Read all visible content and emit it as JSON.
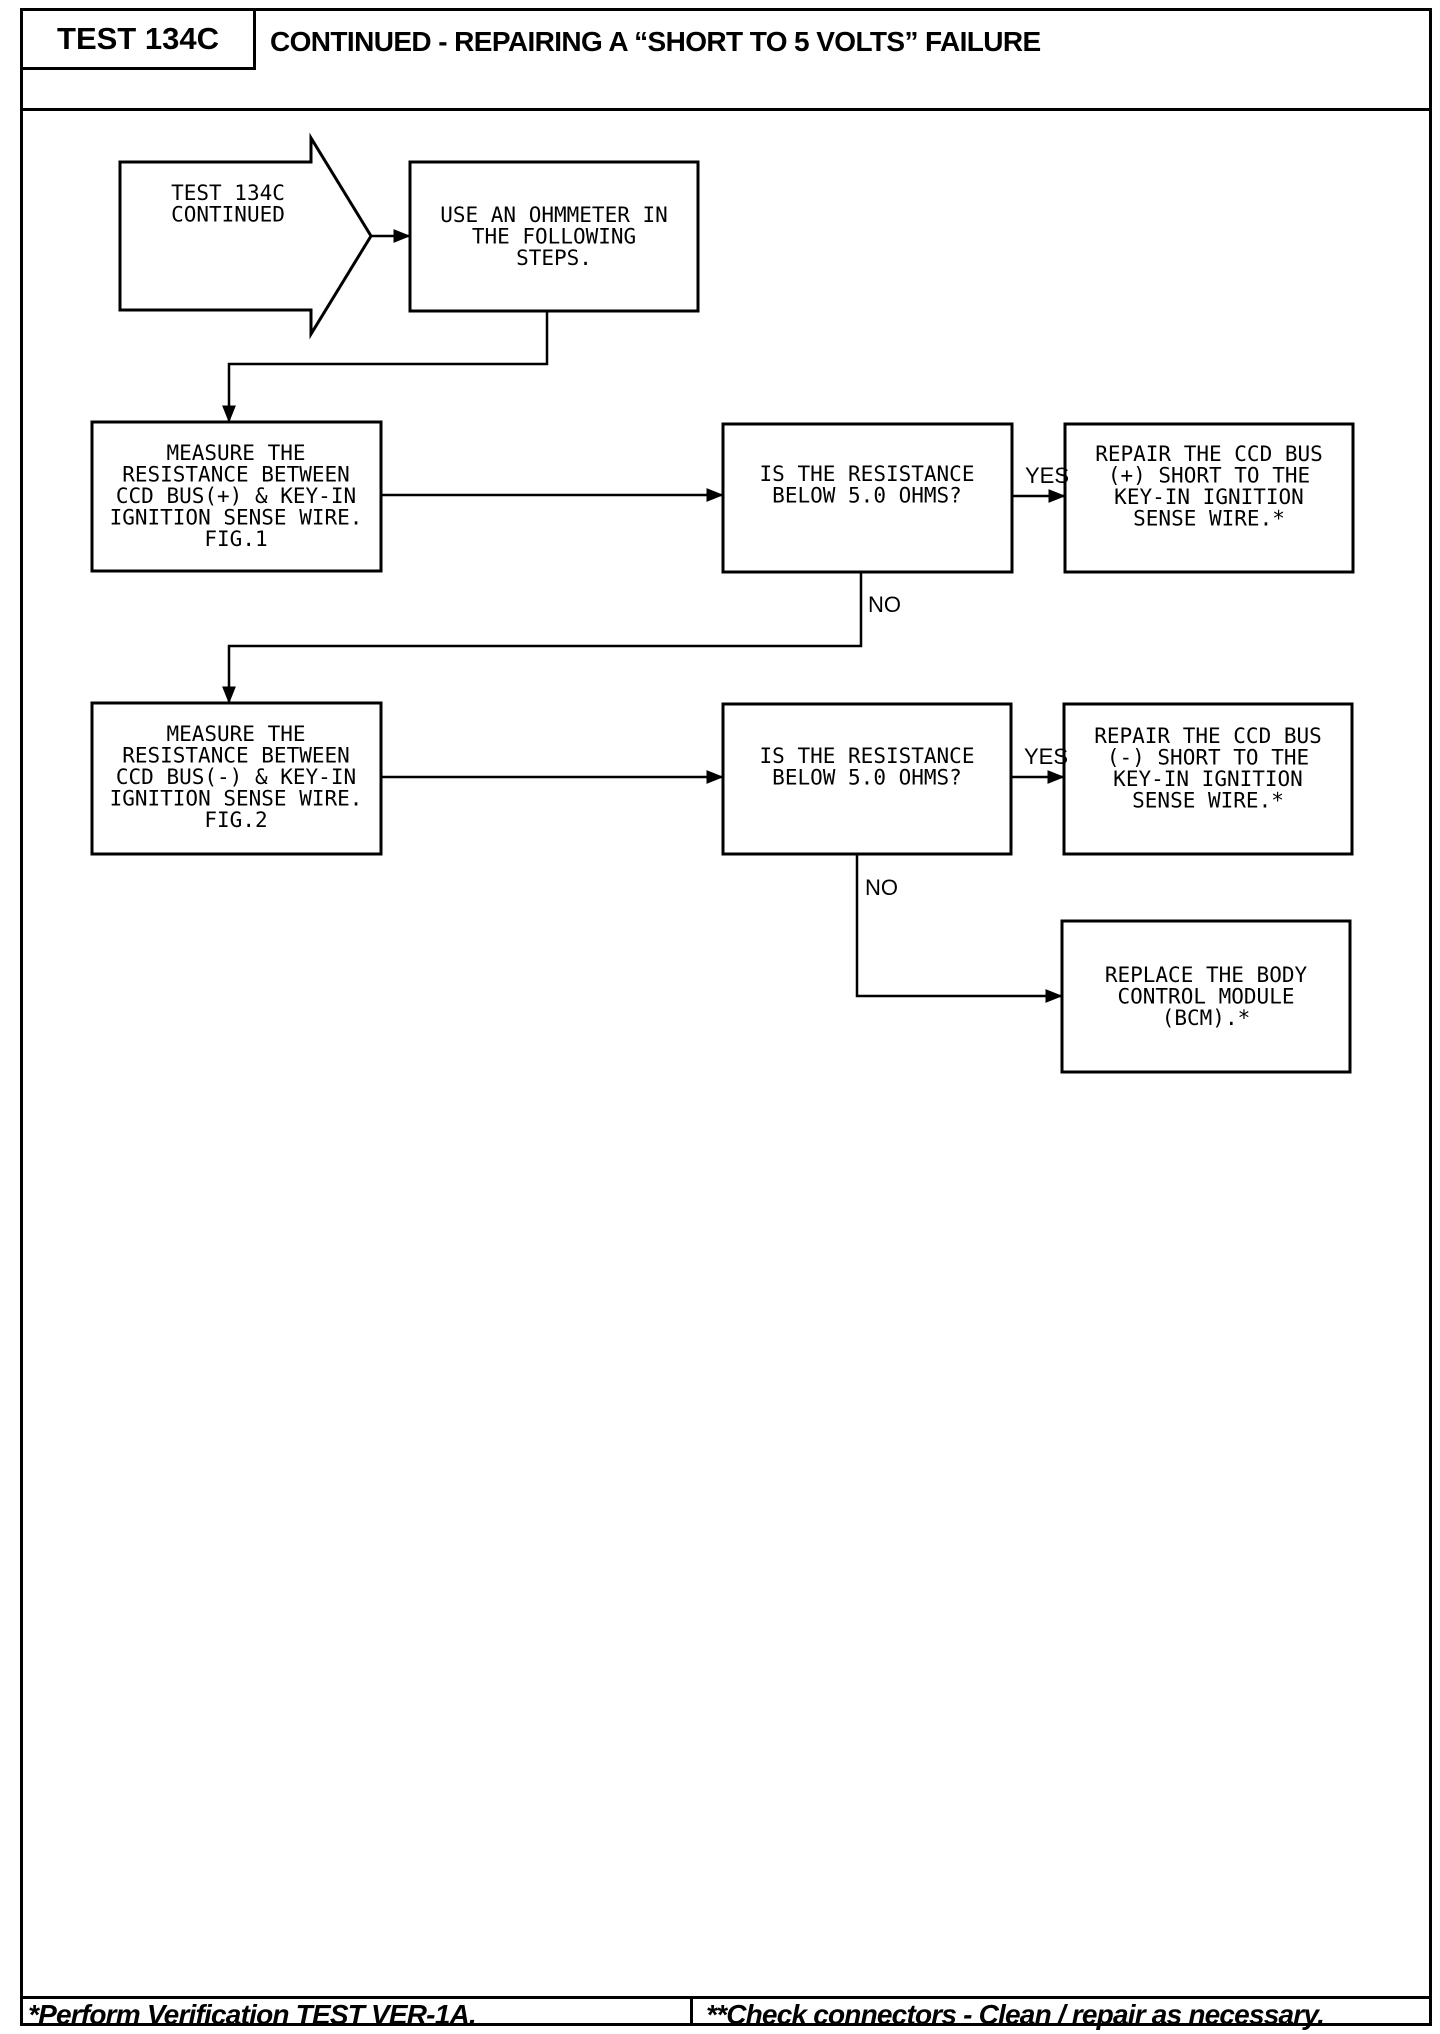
{
  "header": {
    "test_id": "TEST 134C",
    "title": "CONTINUED - REPAIRING A “SHORT TO 5 VOLTS” FAILURE"
  },
  "diagram": {
    "start": [
      "TEST 134C",
      "CONTINUED"
    ],
    "ohmmeter": [
      "USE AN OHMMETER IN",
      "THE FOLLOWING",
      "STEPS."
    ],
    "measure_1": [
      "MEASURE THE",
      "RESISTANCE BETWEEN",
      "CCD BUS(+) & KEY-IN",
      "IGNITION SENSE WIRE.",
      "FIG.1"
    ],
    "question_1": [
      "IS THE RESISTANCE",
      "BELOW 5.0 OHMS?"
    ],
    "repair_1": [
      "REPAIR THE CCD BUS",
      "(+) SHORT TO THE",
      "KEY-IN IGNITION",
      "SENSE WIRE.*"
    ],
    "measure_2": [
      "MEASURE THE",
      "RESISTANCE BETWEEN",
      "CCD BUS(-) & KEY-IN",
      "IGNITION SENSE WIRE.",
      "FIG.2"
    ],
    "question_2": [
      "IS THE RESISTANCE",
      "BELOW 5.0 OHMS?"
    ],
    "repair_2": [
      "REPAIR THE CCD BUS",
      "(-) SHORT TO THE",
      "KEY-IN IGNITION",
      "SENSE WIRE.*"
    ],
    "replace": [
      "REPLACE THE BODY",
      "CONTROL MODULE",
      "(BCM).*"
    ],
    "labels": {
      "yes_1": "YES",
      "no_1": "NO",
      "yes_2": "YES",
      "no_2": "NO"
    }
  },
  "footer": {
    "left": "*Perform Verification TEST VER-1A.",
    "right": "**Check connectors - Clean / repair as necessary."
  }
}
